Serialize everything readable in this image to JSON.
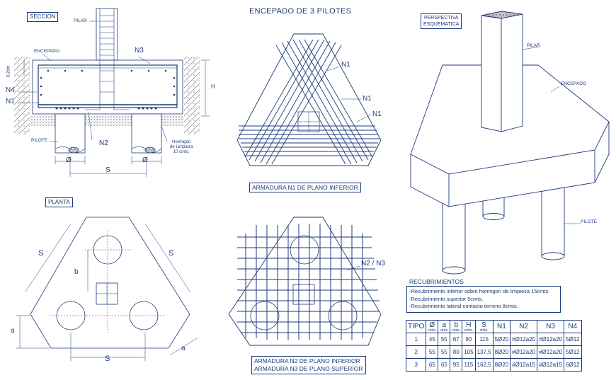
{
  "title": "ENCEPADO DE 3 PILOTES",
  "labels": {
    "seccion": "SECCION",
    "planta": "PLANTA",
    "perspectiva_1": "PERSPECTIVA",
    "perspectiva_2": "ESQUEMATICA",
    "armadura_n1": "ARMADURA N1 DE PLANO INFERIOR",
    "armadura_n2": "ARMADURA N2 DE PLANO INFERIOR",
    "armadura_n3": "ARMADURA N3 DE PLANO SUPERIOR",
    "recubrimientos": "RECUBRIMIENTOS"
  },
  "section": {
    "pilar": "PILAR",
    "encepado": "ENCEPADO",
    "pilote": "PILOTE",
    "n1": "N1",
    "n2": "N2",
    "n3": "N3",
    "n4": "N4",
    "h": "H",
    "dim_020": "0.20m",
    "hormigon_1": "Hormigon",
    "hormigon_2": "de Limpieza",
    "hormigon_3": "10 cmts.",
    "phi": "Ø",
    "s": "S"
  },
  "plan": {
    "s_left": "S",
    "s_right": "S",
    "s_bottom": "S",
    "b": "b",
    "a_left": "a",
    "a_bottom": "a"
  },
  "reinforcement": {
    "n1_a": "N1",
    "n1_b": "N1",
    "n1_c": "N1",
    "n2n3": "N2 / N3"
  },
  "perspective": {
    "pilar": "PILAR",
    "encepado": "ENCEPADO",
    "pilote": "PILOTE"
  },
  "recubrimientos": [
    "-Recubrimiento inferior sobre hormigon de limpieza 15cmts.",
    "-Recubrimiento superior 5cmts.",
    "-Recubrimiento lateral contacto terreno 8cmts."
  ],
  "table": {
    "headers": [
      {
        "main": "TIPO",
        "sub": ""
      },
      {
        "main": "Ø",
        "sub": "cmts."
      },
      {
        "main": "a",
        "sub": "cmts."
      },
      {
        "main": "b",
        "sub": "cmts."
      },
      {
        "main": "H",
        "sub": "cmts."
      },
      {
        "main": "S",
        "sub": "cmts."
      },
      {
        "main": "N1",
        "sub": ""
      },
      {
        "main": "N2",
        "sub": ""
      },
      {
        "main": "N3",
        "sub": ""
      },
      {
        "main": "N4",
        "sub": ""
      }
    ],
    "rows": [
      [
        "1",
        "45",
        "55",
        "67",
        "90",
        "115",
        "5Ø20",
        "#Ø12a20",
        "#Ø12a20",
        "5Ø12"
      ],
      [
        "2",
        "55",
        "55",
        "80",
        "105",
        "137,5",
        "8Ø20",
        "#Ø12a20",
        "#Ø12a20",
        "5Ø12"
      ],
      [
        "3",
        "65",
        "65",
        "95",
        "115",
        "162,5",
        "8Ø20",
        "#Ø12a15",
        "#Ø12a15",
        "6Ø12"
      ]
    ]
  },
  "colors": {
    "line": "#1c3a78",
    "hatch": "#6a6a6a"
  }
}
